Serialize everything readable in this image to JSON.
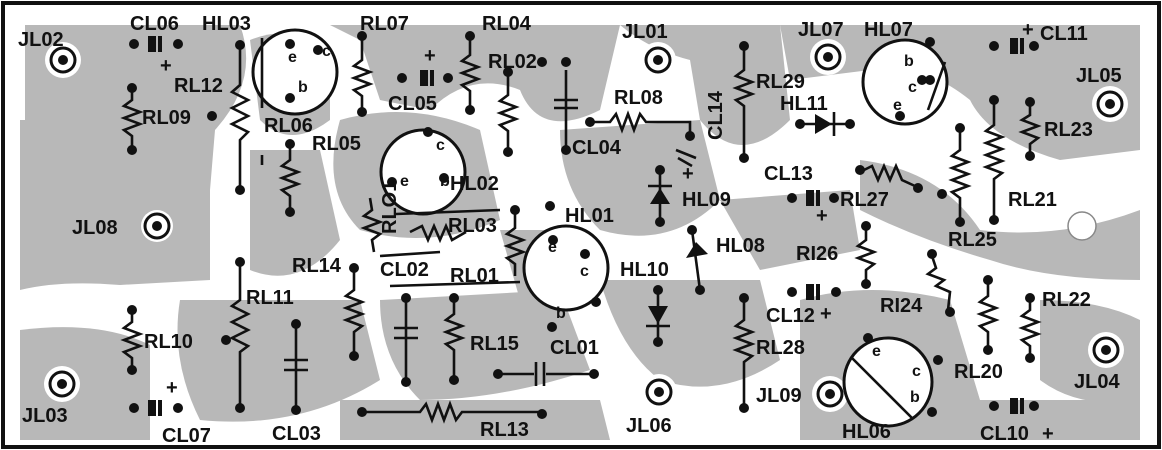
{
  "colors": {
    "background": "#ffffff",
    "trace": "#b8b8b8",
    "ink": "#111111"
  },
  "jacks": [
    {
      "id": "JL02",
      "label": "JL02"
    },
    {
      "id": "JL01",
      "label": "JL01"
    },
    {
      "id": "JL07",
      "label": "JL07"
    },
    {
      "id": "JL05",
      "label": "JL05"
    },
    {
      "id": "JL08",
      "label": "JL08"
    },
    {
      "id": "JL03",
      "label": "JL03"
    },
    {
      "id": "JL06",
      "label": "JL06"
    },
    {
      "id": "JL09",
      "label": "JL09"
    },
    {
      "id": "JL04",
      "label": "JL04"
    }
  ],
  "transistors": [
    {
      "id": "HL03",
      "label": "HL03",
      "pins": [
        "e",
        "c",
        "b"
      ]
    },
    {
      "id": "HL02",
      "label": "HL02",
      "pins": [
        "c",
        "e",
        "b"
      ]
    },
    {
      "id": "HL01",
      "label": "HL01",
      "pins": [
        "e",
        "c",
        "b"
      ]
    },
    {
      "id": "HL07",
      "label": "HL07",
      "pins": [
        "b",
        "c",
        "e"
      ]
    },
    {
      "id": "HL06",
      "label": "HL06",
      "pins": [
        "e",
        "c",
        "b"
      ]
    }
  ],
  "diodes": [
    {
      "id": "HL11",
      "label": "HL11"
    },
    {
      "id": "HL09",
      "label": "HL09"
    },
    {
      "id": "HL08",
      "label": "HL08"
    },
    {
      "id": "HL10",
      "label": "HL10"
    }
  ],
  "resistors": [
    {
      "id": "RL12",
      "label": "RL12"
    },
    {
      "id": "RL09",
      "label": "RL09"
    },
    {
      "id": "RL07",
      "label": "RL07"
    },
    {
      "id": "RL04",
      "label": "RL04"
    },
    {
      "id": "RL02",
      "label": "RL02"
    },
    {
      "id": "RL06",
      "label": "RL06"
    },
    {
      "id": "RL05",
      "label": "RL05"
    },
    {
      "id": "RL08",
      "label": "RL08"
    },
    {
      "id": "RL29",
      "label": "RL29"
    },
    {
      "id": "RL23",
      "label": "RL23"
    },
    {
      "id": "RL27",
      "label": "RL27"
    },
    {
      "id": "RL21",
      "label": "RL21"
    },
    {
      "id": "RL25",
      "label": "RL25"
    },
    {
      "id": "RL03",
      "label": "RL03"
    },
    {
      "id": "RL01",
      "label": "RL01"
    },
    {
      "id": "RL14",
      "label": "RL14"
    },
    {
      "id": "RL11",
      "label": "RL11"
    },
    {
      "id": "RL10",
      "label": "RL10"
    },
    {
      "id": "RL15",
      "label": "RL15"
    },
    {
      "id": "RL13",
      "label": "RL13"
    },
    {
      "id": "RL28",
      "label": "RL28"
    },
    {
      "id": "RI26",
      "label": "RI26"
    },
    {
      "id": "RI24",
      "label": "RI24"
    },
    {
      "id": "RL22",
      "label": "RL22"
    },
    {
      "id": "RL20",
      "label": "RL20"
    },
    {
      "id": "RLO1",
      "label": "RLO1"
    }
  ],
  "capacitors": [
    {
      "id": "CL06",
      "label": "CL06"
    },
    {
      "id": "CL05",
      "label": "CL05"
    },
    {
      "id": "CL04",
      "label": "CL04"
    },
    {
      "id": "CL14",
      "label": "CL14"
    },
    {
      "id": "CL11",
      "label": "CL11"
    },
    {
      "id": "CL13",
      "label": "CL13"
    },
    {
      "id": "CL02",
      "label": "CL02"
    },
    {
      "id": "CL01",
      "label": "CL01"
    },
    {
      "id": "CL07",
      "label": "CL07"
    },
    {
      "id": "CL03",
      "label": "CL03"
    },
    {
      "id": "CL12",
      "label": "CL12"
    },
    {
      "id": "CL10",
      "label": "CL10"
    }
  ],
  "polarity_mark": "+"
}
